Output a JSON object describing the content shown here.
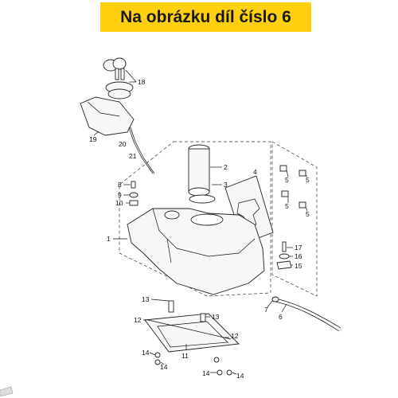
{
  "banner": {
    "text": "Na obrázku díl číslo 6",
    "color": "#ffcf10"
  },
  "callouts": {
    "c1": "1",
    "c2": "2",
    "c3": "3",
    "c4": "4",
    "c5a": "5",
    "c5b": "5",
    "c5c": "5",
    "c5d": "5",
    "c6": "6",
    "c7": "7",
    "c8": "8",
    "c9": "9",
    "c10": "10",
    "c11": "11",
    "c12a": "12",
    "c12b": "12",
    "c13a": "13",
    "c13b": "13",
    "c14a": "14",
    "c14b": "14",
    "c14c": "14",
    "c14d": "14",
    "c15": "15",
    "c16": "16",
    "c17": "17",
    "c18": "18",
    "c19": "19",
    "c20": "20",
    "c21": "21"
  }
}
